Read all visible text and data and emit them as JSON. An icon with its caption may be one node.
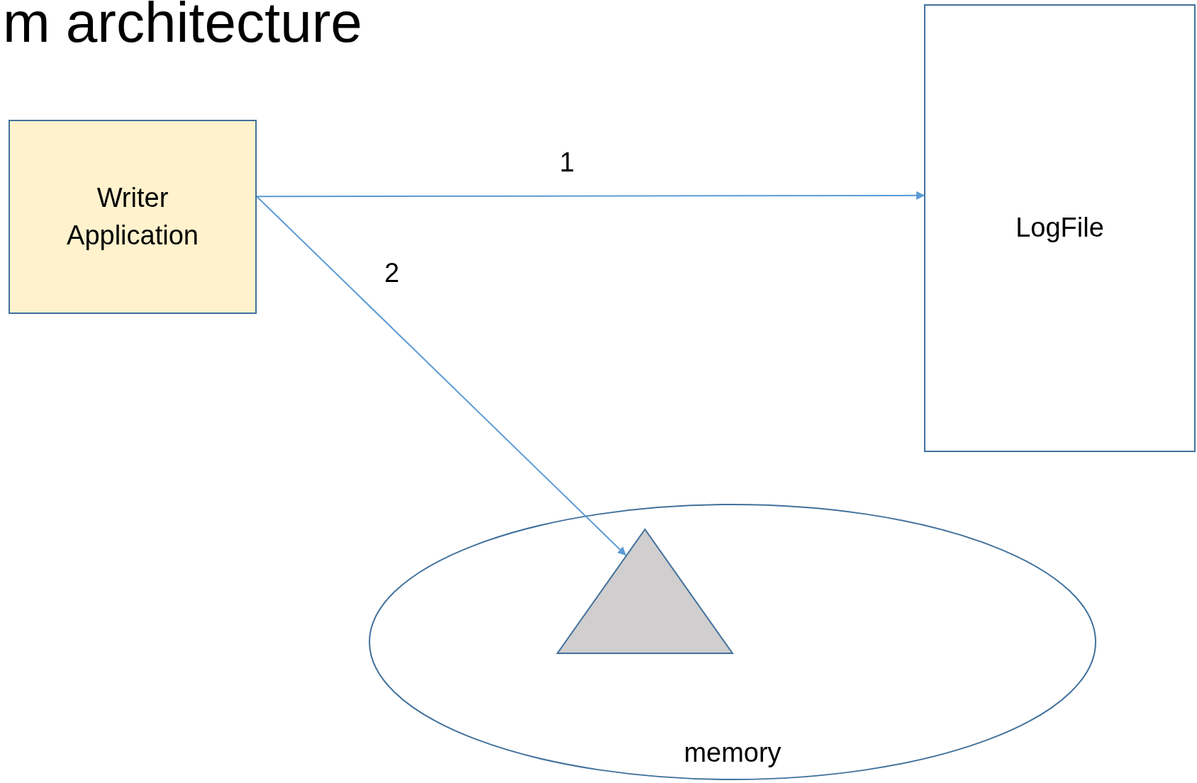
{
  "diagram": {
    "title": "m architecture",
    "nodes": [
      {
        "text": [
          "Writer Application"
        ]
      },
      {
        "text": [
          "LogFile"
        ]
      },
      {
        "text": [
          "memory"
        ]
      },
      {
        "text": [],
        "shape": "triangle",
        "in": 2
      }
    ],
    "edges": [
      {
        "from": 0,
        "to": 1,
        "arrow": "to",
        "label": "1"
      },
      {
        "from": 0,
        "to": 3,
        "arrow": "to",
        "label": "2"
      }
    ]
  }
}
